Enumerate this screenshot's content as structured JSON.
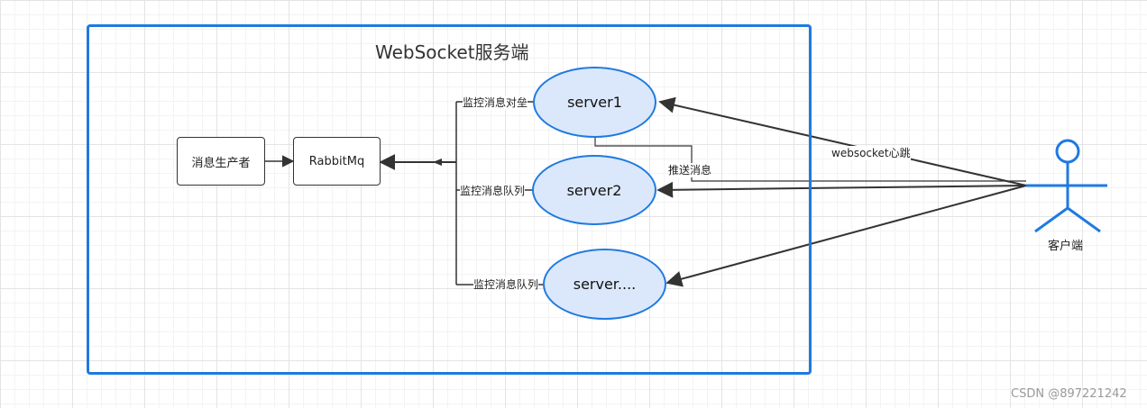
{
  "frame": {
    "title": "WebSocket服务端",
    "color": "#1f7ae0"
  },
  "nodes": {
    "producer": "消息生产者",
    "rabbitmq": "RabbitMq",
    "server1": "server1",
    "server2": "server2",
    "server_n": "server...."
  },
  "edge_labels": {
    "monitor_1": "监控消息对垒",
    "monitor_2": "监控消息队列",
    "monitor_3": "监控消息队列",
    "push": "推送消息",
    "heartbeat": "websocket心跳"
  },
  "actor": {
    "label": "客户端",
    "icon": "user-actor-icon",
    "color": "#1f7ae0"
  },
  "watermark": "CSDN @897221242"
}
